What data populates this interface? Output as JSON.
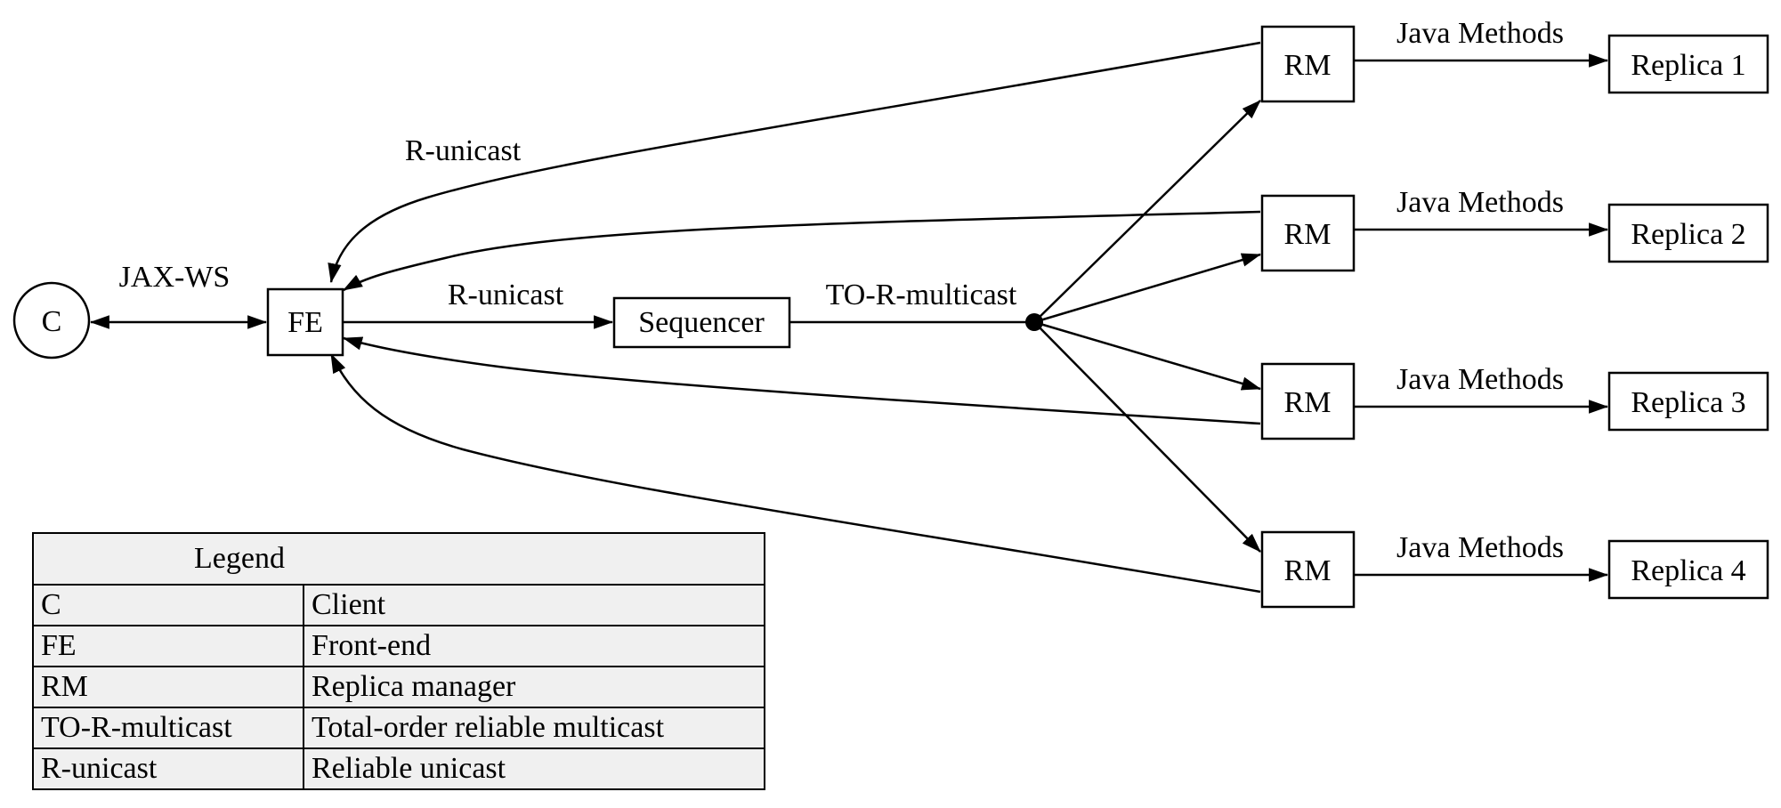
{
  "nodes": {
    "client": "C",
    "frontend": "FE",
    "sequencer": "Sequencer",
    "rm1": "RM",
    "rm2": "RM",
    "rm3": "RM",
    "rm4": "RM",
    "replica1": "Replica 1",
    "replica2": "Replica 2",
    "replica3": "Replica 3",
    "replica4": "Replica 4"
  },
  "edge_labels": {
    "client_fe": "JAX-WS",
    "fe_sequencer": "R-unicast",
    "sequencer_multicast": "TO-R-multicast",
    "rm1_fe": "R-unicast",
    "rm1_replica": "Java Methods",
    "rm2_replica": "Java Methods",
    "rm3_replica": "Java Methods",
    "rm4_replica": "Java Methods"
  },
  "legend": {
    "title": "Legend",
    "rows": [
      {
        "key": "C",
        "value": "Client"
      },
      {
        "key": "FE",
        "value": "Front-end"
      },
      {
        "key": "RM",
        "value": "Replica manager"
      },
      {
        "key": "TO-R-multicast",
        "value": "Total-order reliable multicast"
      },
      {
        "key": "R-unicast",
        "value": "Reliable unicast"
      }
    ]
  }
}
